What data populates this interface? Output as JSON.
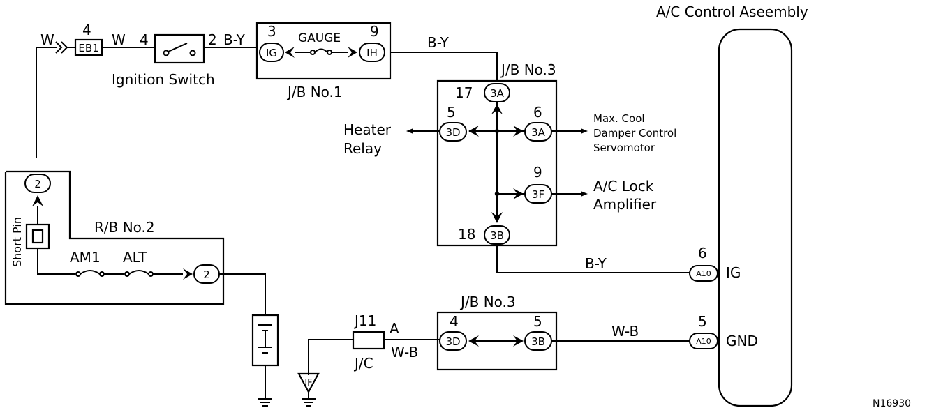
{
  "diagram": {
    "title": "A/C Control Aseembly",
    "figure_id": "N16930",
    "ignition_switch": {
      "label": "Ignition Switch",
      "pin_in": "4",
      "pin_out": "2"
    },
    "eb1": {
      "pin": "4",
      "label": "EB1",
      "wire_in": "W",
      "wire_out": "W"
    },
    "jb1": {
      "label": "J/B No.1",
      "pin_left": "3",
      "pin_right": "9",
      "conn_left": "IG",
      "conn_right": "IH",
      "fuse": "GAUGE"
    },
    "wires": {
      "ign_to_jb1": "B-Y",
      "jb1_to_jb3": "B-Y",
      "jb3_to_ac_ig": "B-Y",
      "jb3b_to_ac_gnd": "W-B",
      "jc_to_jb3b": "W-B"
    },
    "jb3": {
      "label": "J/B No.3",
      "pins": {
        "top": "17",
        "left": "5",
        "right": "6",
        "mid": "9",
        "bottom": "18"
      },
      "conns": {
        "top": "3A",
        "left": "3D",
        "right": "3A",
        "mid": "3F",
        "bottom": "3B"
      }
    },
    "outputs": {
      "heater_relay": [
        "Heater",
        "Relay"
      ],
      "damper": [
        "Max. Cool",
        "Damper Control",
        "Servomotor"
      ],
      "lock_amp": [
        "A/C Lock",
        "Amplifier"
      ]
    },
    "rb2": {
      "label": "R/B No.2",
      "short_pin": "Short Pin",
      "pin_top": "2",
      "pin_right": "2",
      "fuse1": "AM1",
      "fuse2": "ALT"
    },
    "ac": {
      "pin_ig": "6",
      "pin_gnd": "5",
      "conn": "A10",
      "label_ig": "IG",
      "label_gnd": "GND"
    },
    "jb3b": {
      "label": "J/B No.3",
      "pin_left": "4",
      "pin_right": "5",
      "conn_left": "3D",
      "conn_right": "3B"
    },
    "jc": {
      "label_top": "J11",
      "label_pin": "A",
      "label_bottom": "J/C"
    },
    "ground_point": "IF"
  }
}
